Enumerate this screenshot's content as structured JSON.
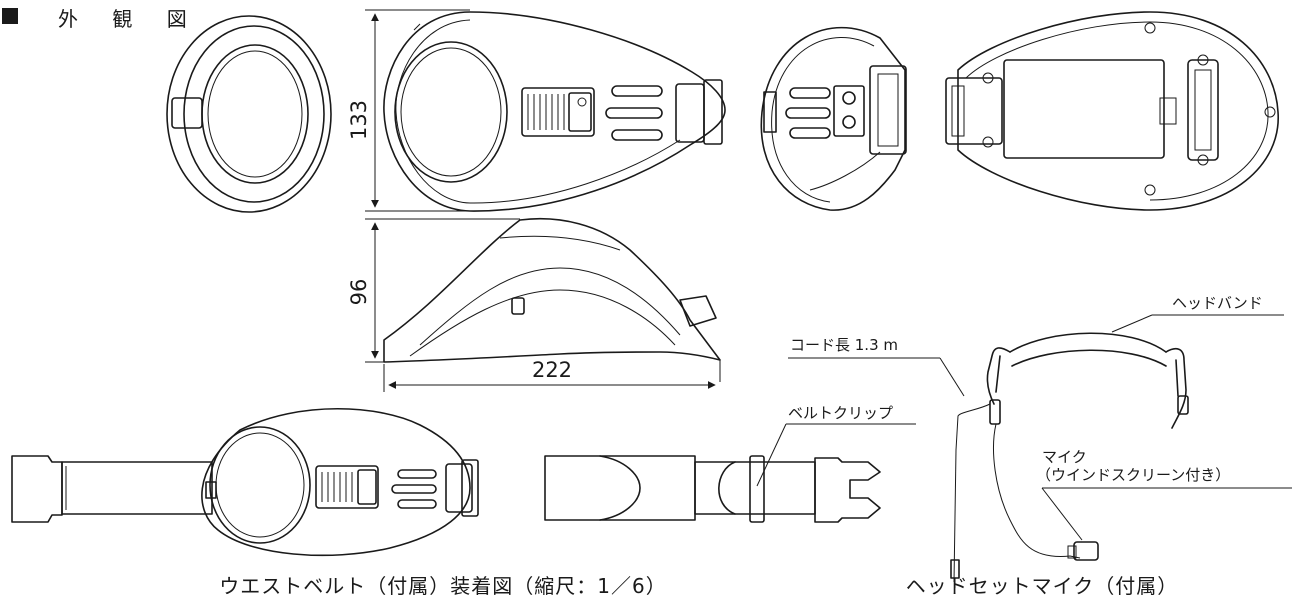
{
  "heading": "外 観 図",
  "dimensions": {
    "height": "133",
    "depth": "96",
    "width": "222"
  },
  "labels": {
    "headband": "ヘッドバンド",
    "cord_length": "コード長 1.3 m",
    "belt_clip": "ベルトクリップ",
    "mic_line1": "マイク",
    "mic_line2": "（ウインドスクリーン付き）"
  },
  "captions": {
    "waist_belt": "ウエストベルト（付属）装着図（縮尺：1／6）",
    "headset_mic": "ヘッドセットマイク（付属）"
  },
  "colors": {
    "line": "#1a1a1a",
    "background": "#ffffff"
  }
}
